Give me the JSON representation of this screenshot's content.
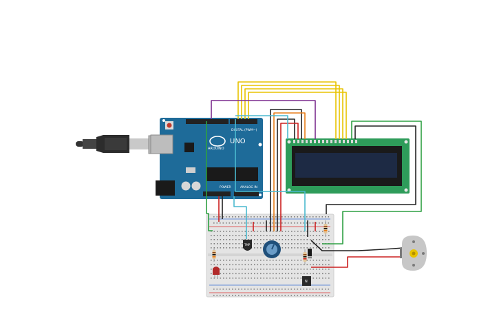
{
  "arduino": {
    "brand": "ARDUINO",
    "model": "UNO",
    "digital_label": "DIGITAL (PWM~)",
    "power_label": "POWER",
    "analog_label": "ANALOG IN",
    "board_color": "#1e6b99"
  },
  "lcd": {
    "board_color": "#2e9c5a",
    "screen_color": "#1d2a44"
  },
  "components": {
    "temp_sensor_label": "TMP",
    "transistor_label": "N"
  },
  "wire_colors": {
    "yellow": "#e8c300",
    "purple": "#7b2c8e",
    "green": "#2ea043",
    "black": "#222222",
    "red": "#cc1f1f",
    "orange": "#e87e1b",
    "cyan": "#4ab9cf",
    "brown": "#8b4a1a"
  },
  "icons": {
    "usb": "usb-cable-icon",
    "motor": "dc-motor-icon",
    "potentiometer": "potentiometer-knob-icon",
    "led": "led-icon"
  }
}
